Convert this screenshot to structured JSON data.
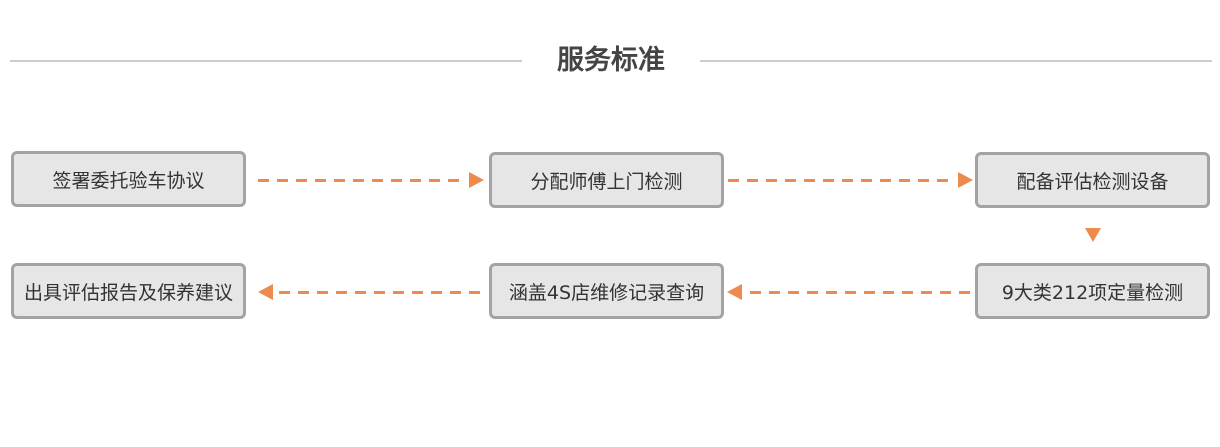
{
  "title": "服务标准",
  "steps": [
    {
      "label": "签署委托验车协议"
    },
    {
      "label": "分配师傅上门检测"
    },
    {
      "label": "配备评估检测设备"
    },
    {
      "label": "9大类212项定量检测"
    },
    {
      "label": "涵盖4S店维修记录查询"
    },
    {
      "label": "出具评估报告及保养建议"
    }
  ],
  "colors": {
    "accent": "#ee8a4b",
    "box_fill": "#e6e6e6",
    "box_border": "#a3a3a3",
    "divider": "#cccccc",
    "text": "#333333",
    "title": "#444444"
  }
}
